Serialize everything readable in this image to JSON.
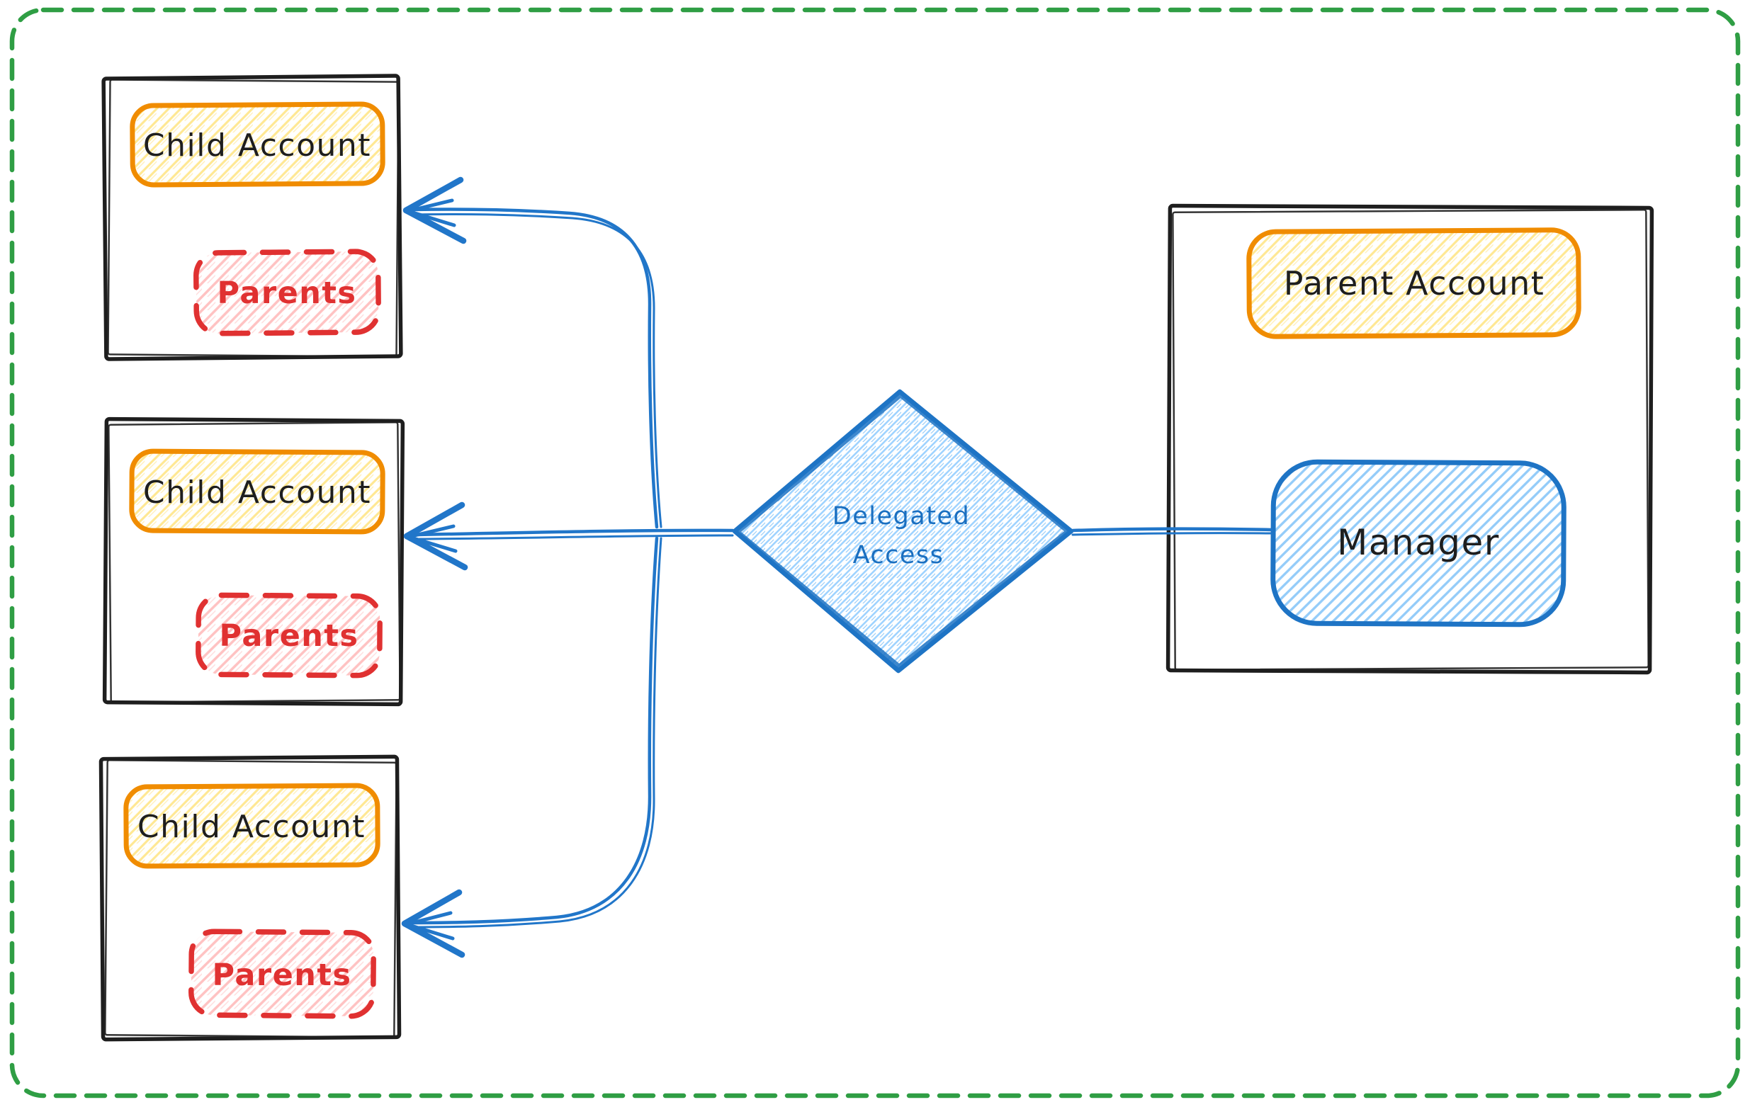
{
  "canvas": {
    "background": "#ffffff",
    "border_color": "#2f9e44",
    "border_style": "dashed"
  },
  "nodes": {
    "child_accounts": [
      {
        "title": "Child Account",
        "child_label": "Parents"
      },
      {
        "title": "Child Account",
        "child_label": "Parents"
      },
      {
        "title": "Child Account",
        "child_label": "Parents"
      }
    ],
    "decision": {
      "line1": "Delegated",
      "line2": "Access"
    },
    "parent_account": {
      "title": "Parent Account",
      "member": "Manager"
    }
  },
  "edges": [
    {
      "from": "Manager",
      "to": "Delegated Access",
      "arrow": "none"
    },
    {
      "from": "Delegated Access",
      "to": "Child Account 1",
      "arrow": "end"
    },
    {
      "from": "Delegated Access",
      "to": "Child Account 2",
      "arrow": "end"
    },
    {
      "from": "Delegated Access",
      "to": "Child Account 3",
      "arrow": "end"
    }
  ],
  "colors": {
    "ink": "#1e1e1e",
    "orange_stroke": "#f08c00",
    "yellow_hatch": "#ffd43b",
    "red_stroke": "#e03131",
    "pink_hatch": "#ffb3b3",
    "blue_stroke": "#1e74c5",
    "light_blue_hatch": "#9ed2ff",
    "green_border": "#2f9e44"
  }
}
